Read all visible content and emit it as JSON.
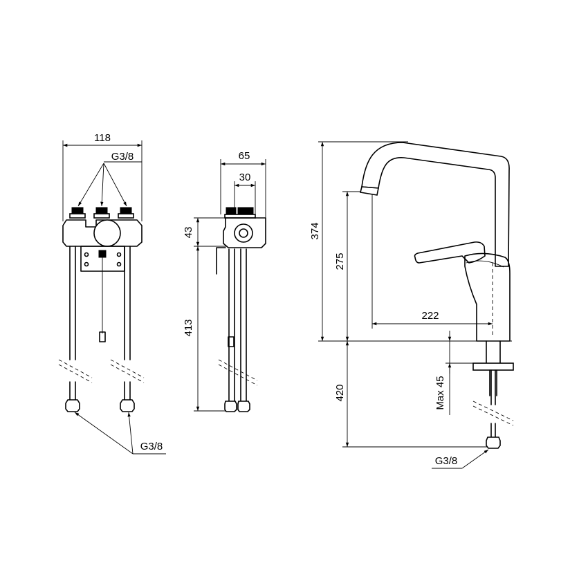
{
  "colors": {
    "line": "#000000",
    "background": "#ffffff"
  },
  "front_view": {
    "width_label": "118",
    "inlet_thread_label": "G3/8",
    "hose_thread_label": "G3/8"
  },
  "side_view": {
    "depth_label": "65",
    "offset_label": "30",
    "body_height_label": "43",
    "hose_length_label": "413"
  },
  "tap_view": {
    "overall_height_label": "374",
    "spout_height_label": "275",
    "spout_reach_label": "222",
    "below_deck_label": "420",
    "deck_thickness_label": "Max 45",
    "hose_thread_label": "G3/8"
  }
}
